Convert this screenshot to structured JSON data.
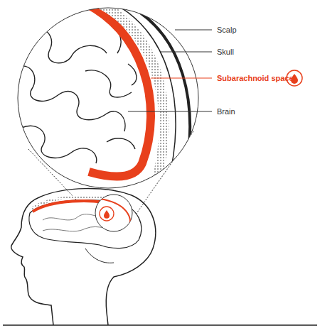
{
  "diagram": {
    "labels": [
      "Scalp",
      "Skull",
      "Subarachnoid space",
      "Brain"
    ]
  }
}
